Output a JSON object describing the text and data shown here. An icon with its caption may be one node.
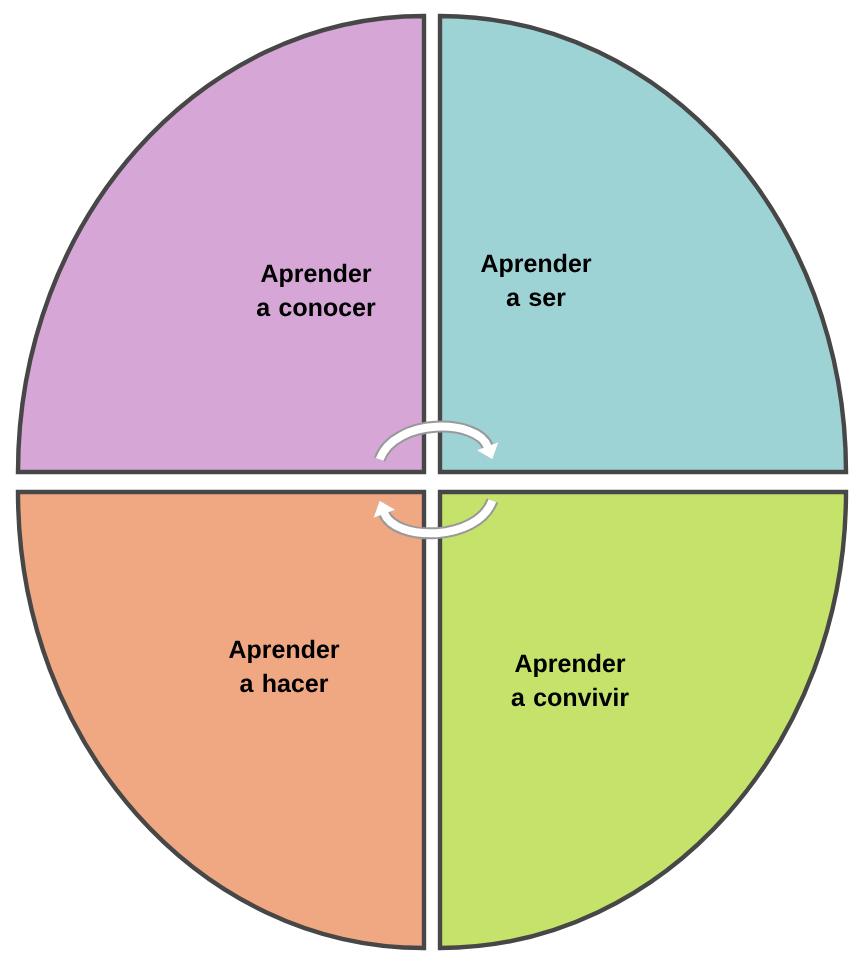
{
  "diagram": {
    "nodes": [
      {
        "text": [
          "Aprender a conocer"
        ]
      },
      {
        "text": [
          "Aprender a ser"
        ]
      },
      {
        "text": [
          "Aprender a hacer"
        ]
      },
      {
        "text": [
          "Aprender a convivir"
        ]
      }
    ],
    "edges": [
      {
        "from": 0,
        "to": 1,
        "arrow": "to"
      },
      {
        "from": 3,
        "to": 2,
        "arrow": "to"
      }
    ]
  }
}
